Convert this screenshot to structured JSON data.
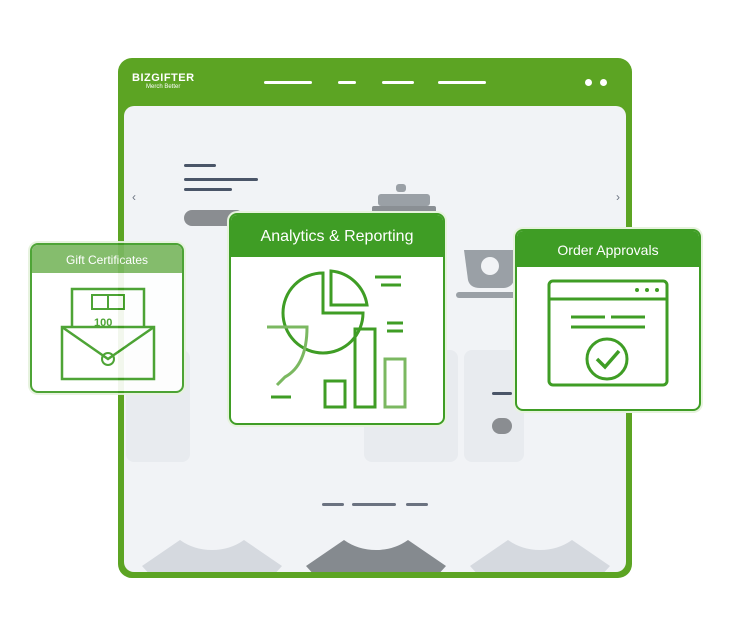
{
  "brand": {
    "name": "BIZGIFTER",
    "tagline": "Merch Better"
  },
  "carousel": {
    "prev": "‹",
    "next": "›"
  },
  "features": [
    {
      "title": "Gift Certificates",
      "icon": "gift-certificate-icon",
      "voucher_value": "100"
    },
    {
      "title": "Analytics & Reporting",
      "icon": "analytics-chart-icon"
    },
    {
      "title": "Order Approvals",
      "icon": "approval-check-icon"
    }
  ],
  "colors": {
    "accent": "#5ca423",
    "panel_green": "#3f9d25",
    "bg": "#f1f3f6"
  }
}
